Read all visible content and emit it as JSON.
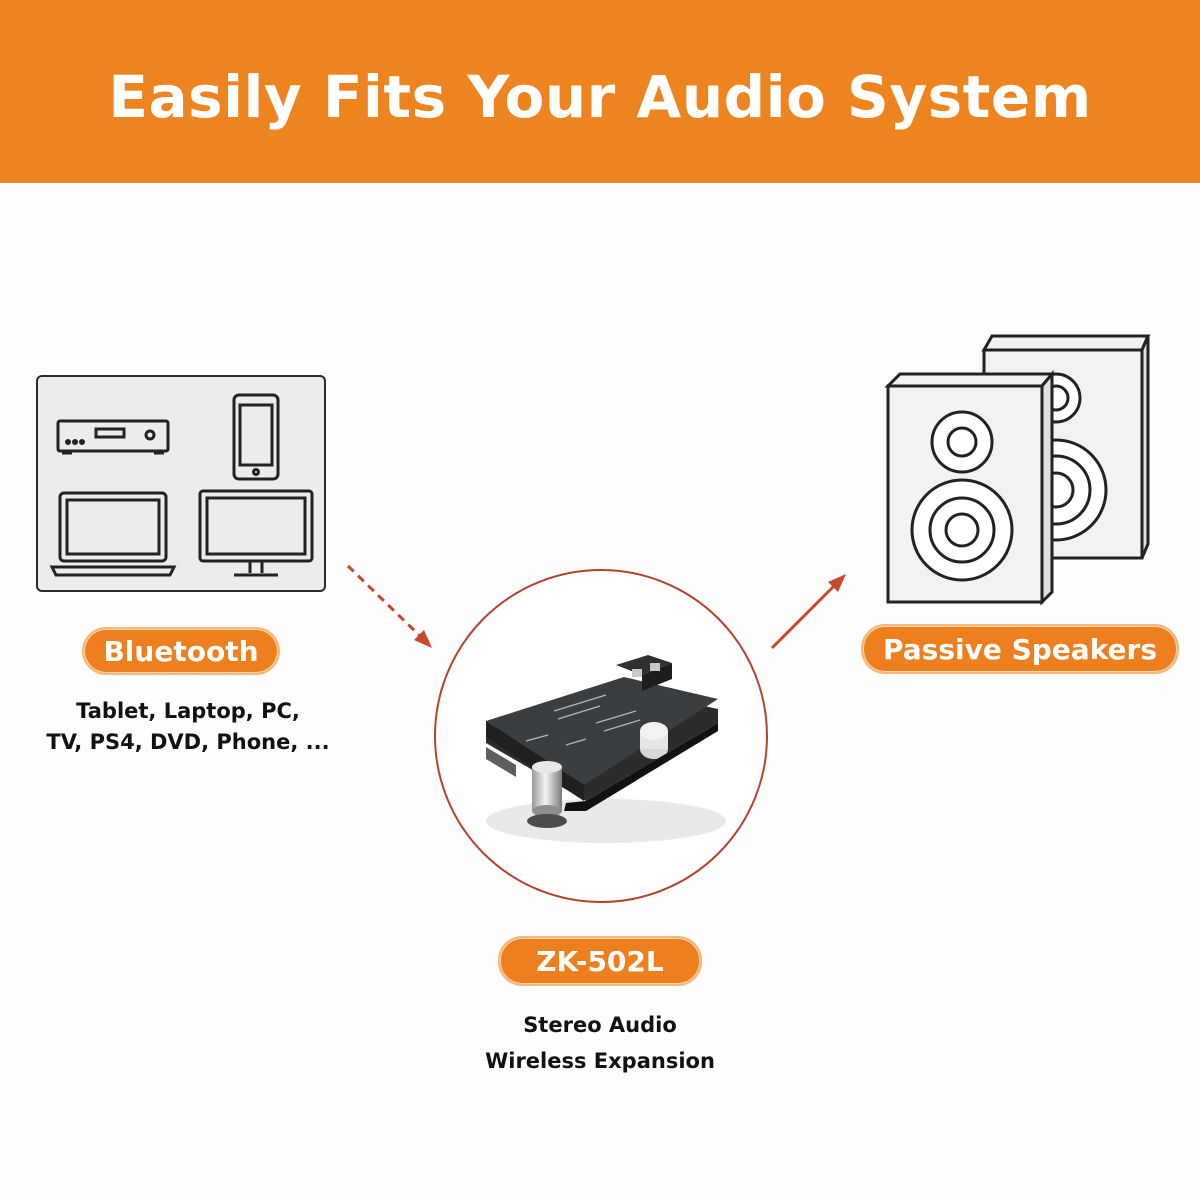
{
  "banner": {
    "title": "Easily Fits Your Audio System",
    "background_color": "#ee8420"
  },
  "source": {
    "devices_icons": [
      "dvd-player-icon",
      "smartphone-icon",
      "laptop-icon",
      "monitor-icon"
    ],
    "label": "Bluetooth",
    "caption_line1": "Tablet, Laptop, PC,",
    "caption_line2": "TV, PS4, DVD, Phone, ..."
  },
  "product": {
    "label": "ZK-502L",
    "caption_line1": "Stereo Audio",
    "caption_line2": "Wireless Expansion"
  },
  "output": {
    "label": "Passive Speakers",
    "icon": "speaker-pair-icon"
  },
  "colors": {
    "accent": "#ee7f1e",
    "arrow": "#c9472b",
    "circle_border": "#b5422a"
  }
}
